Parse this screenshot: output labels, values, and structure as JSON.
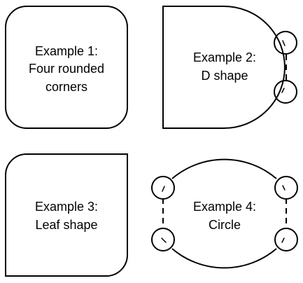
{
  "colors": {
    "stroke": "#000000",
    "background": "#ffffff"
  },
  "examples": [
    {
      "title": "Example 1:",
      "subtitle": "Four rounded corners"
    },
    {
      "title": "Example 2:",
      "subtitle": "D shape"
    },
    {
      "title": "Example 3:",
      "subtitle": "Leaf shape"
    },
    {
      "title": "Example 4:",
      "subtitle": "Circle"
    }
  ]
}
